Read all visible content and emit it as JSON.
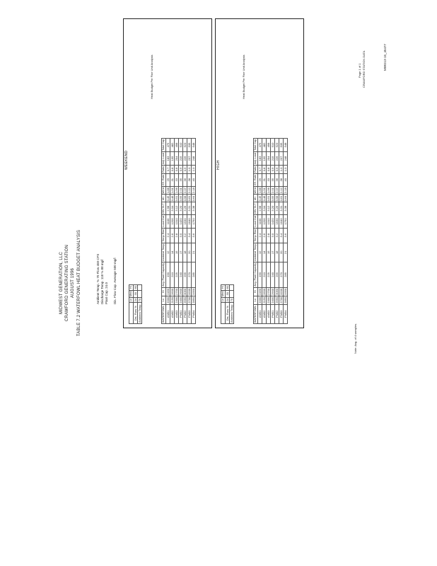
{
  "header": {
    "company": "MIDWEST GENERATION, LLC",
    "station": "CRAWFORD GENERATING STATION",
    "date": "AUGUST 1996",
    "table_title": "TABLE 7.2 WATERFOWL HEAT BUDGET ANALYSIS"
  },
  "stats": {
    "line1": "Ambient Temp. %   70   Flow   458   CFS",
    "line2": "Discharge Temp.  118  %   88   mg/l",
    "line3": "Plant Cap.  24.0",
    "line4": "Dis. Flow Cap. Average  500  mg/l"
  },
  "section1": {
    "title": "WEEKEND",
    "mini_table": {
      "rows": [
        [
          "",
          "Lo",
          "Med",
          "Hi"
        ],
        [
          "Dis. Flow %",
          "24",
          "30",
          "60"
        ],
        [
          "Ambient Temp.",
          "70",
          "",
          ""
        ]
      ]
    },
    "heat_header": "Heat Budget Per Fine Unit Analysis",
    "columns": [
      "WATERFOWL",
      "Lo",
      "Hi",
      "Avg. Plant Capacity",
      "Ambient Temp",
      "Temp Rise",
      "Load Out",
      "DELTA T",
      "M1",
      "WHA",
      "Eff. Rate",
      "Ratio",
      "Adj. Load",
      "Total Cap"
    ],
    "rows": [
      [
        "AM01",
        "2000",
        "2450",
        "190",
        "12",
        "2.4",
        "1100",
        "2.98",
        "0.45",
        "1.88",
        "29",
        "0.7",
        "183",
        "475"
      ],
      [
        "AM02",
        "2150",
        "2600",
        "210",
        "14",
        "2.6",
        "1200",
        "3.04",
        "0.48",
        "1.91",
        "31",
        "0.8",
        "195",
        "482"
      ],
      [
        "AM03",
        "2300",
        "2750",
        "225",
        "15",
        "2.8",
        "1310",
        "3.12",
        "0.51",
        "1.96",
        "33",
        "0.8",
        "204",
        "498"
      ],
      [
        "PM01",
        "2400",
        "2900",
        "240",
        "17",
        "3.0",
        "1420",
        "3.20",
        "0.55",
        "2.01",
        "35",
        "0.9",
        "215",
        "510"
      ],
      [
        "PM02",
        "2550",
        "3050",
        "255",
        "18",
        "3.2",
        "1530",
        "3.26",
        "0.58",
        "2.07",
        "36",
        "0.9",
        "226",
        "523"
      ],
      [
        "PM03",
        "2700",
        "3200",
        "270",
        "20",
        "3.4",
        "1640",
        "3.31",
        "0.61",
        "2.12",
        "38",
        "1.0",
        "237",
        "535"
      ],
      [
        "PM04",
        "2850",
        "3350",
        "285",
        "21",
        "3.6",
        "1750",
        "3.38",
        "0.64",
        "2.18",
        "40",
        "1.0",
        "248",
        "548"
      ]
    ]
  },
  "section2": {
    "title": "HIGH",
    "mini_table": {
      "rows": [
        [
          "",
          "Lo",
          "Med",
          "Hi"
        ],
        [
          "Dis. Flow %",
          "24",
          "30",
          "60"
        ],
        [
          "Ambient Temp.",
          "70",
          "",
          ""
        ]
      ]
    },
    "heat_header": "Heat Budget Per Fine Unit Analysis",
    "columns": [
      "WATERFOWL",
      "Lo",
      "Hi",
      "Avg. Plant Capacity",
      "Ambient Temp",
      "Temp Rise",
      "Load Out",
      "DELTA T",
      "M1",
      "WHA",
      "Eff. Rate",
      "Ratio",
      "Adj. Load",
      "Total Cap"
    ],
    "rows": [
      [
        "AM01",
        "2000",
        "2450",
        "190",
        "12",
        "2.4",
        "1100",
        "2.98",
        "0.45",
        "1.88",
        "29",
        "0.7",
        "183",
        "475"
      ],
      [
        "AM02",
        "2150",
        "2600",
        "210",
        "14",
        "2.6",
        "1200",
        "3.04",
        "0.48",
        "1.91",
        "31",
        "0.8",
        "195",
        "482"
      ],
      [
        "AM03",
        "2300",
        "2750",
        "225",
        "15",
        "2.8",
        "1310",
        "3.12",
        "0.51",
        "1.96",
        "33",
        "0.8",
        "204",
        "498"
      ],
      [
        "PM01",
        "2400",
        "2900",
        "240",
        "17",
        "3.0",
        "1420",
        "3.20",
        "0.55",
        "2.01",
        "35",
        "0.9",
        "215",
        "510"
      ],
      [
        "PM02",
        "2550",
        "3050",
        "255",
        "18",
        "3.2",
        "1530",
        "3.26",
        "0.58",
        "2.07",
        "36",
        "0.9",
        "226",
        "523"
      ],
      [
        "PM03",
        "2700",
        "3200",
        "270",
        "20",
        "3.4",
        "1640",
        "3.31",
        "0.61",
        "2.12",
        "38",
        "1.0",
        "237",
        "535"
      ],
      [
        "PM04",
        "2850",
        "3350",
        "285",
        "21",
        "3.6",
        "1750",
        "3.38",
        "0.64",
        "2.18",
        "40",
        "1.0",
        "248",
        "548"
      ]
    ]
  },
  "footer": {
    "left": "Note: Avg. of 4 samples.",
    "right1": "Page 1 of 1",
    "right2": "CRAWFORD STATION DATA",
    "doc_id": "MWG13-15_45477"
  }
}
